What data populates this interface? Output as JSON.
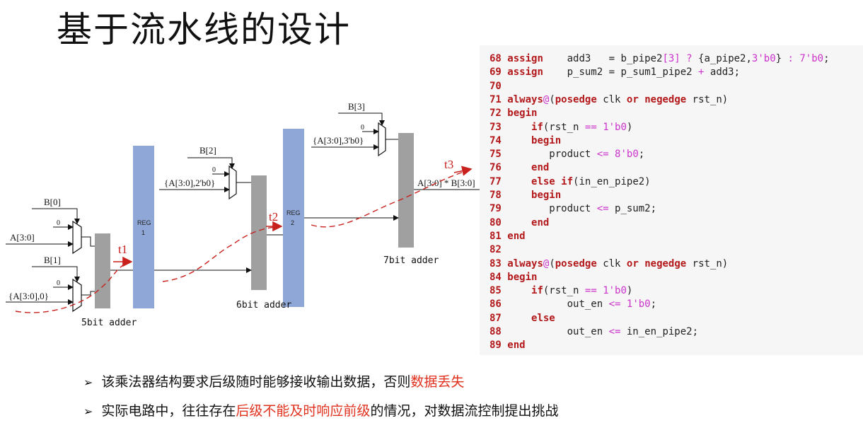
{
  "title": "基于流水线的设计",
  "diagram": {
    "input_labels": [
      "B[0]",
      "A[3:0]",
      "B[1]",
      "{A[3:0],0}",
      "B[2]",
      "{A[3:0],2'b0}",
      "B[3]",
      "{A[3:0],3'b0}"
    ],
    "zero_labels": [
      "0",
      "0",
      "0",
      "0"
    ],
    "register_labels": [
      {
        "line1": "REG",
        "line2": "1"
      },
      {
        "line1": "REG",
        "line2": "2"
      }
    ],
    "adder_labels": [
      "5bit adder",
      "6bit adder",
      "7bit adder"
    ],
    "timing_labels": [
      "t1",
      "t2",
      "t3"
    ],
    "output_label": "A[3:0] * B[3:0]"
  },
  "code": {
    "lines": [
      {
        "n": "68",
        "tokens": [
          [
            "kw",
            "assign"
          ],
          [
            "txt",
            "    add3   = b_pipe2"
          ],
          [
            "num",
            "[3]"
          ],
          [
            "op",
            " ? "
          ],
          [
            "txt",
            "{a_pipe2,"
          ],
          [
            "num",
            "3'b0"
          ],
          [
            "txt",
            "}"
          ],
          [
            "op",
            " : "
          ],
          [
            "num",
            "7'b0"
          ],
          [
            "txt",
            ";"
          ]
        ]
      },
      {
        "n": "69",
        "tokens": [
          [
            "kw",
            "assign"
          ],
          [
            "txt",
            "    p_sum2 = p_sum1_pipe2 "
          ],
          [
            "op",
            "+"
          ],
          [
            "txt",
            " add3;"
          ]
        ]
      },
      {
        "n": "70",
        "tokens": []
      },
      {
        "n": "71",
        "tokens": [
          [
            "kw",
            "always"
          ],
          [
            "op",
            "@"
          ],
          [
            "txt",
            "("
          ],
          [
            "kw",
            "posedge"
          ],
          [
            "txt",
            " clk "
          ],
          [
            "kw",
            "or"
          ],
          [
            "txt",
            " "
          ],
          [
            "kw",
            "negedge"
          ],
          [
            "txt",
            " rst_n)"
          ]
        ]
      },
      {
        "n": "72",
        "tokens": [
          [
            "kw",
            "begin"
          ]
        ]
      },
      {
        "n": "73",
        "tokens": [
          [
            "txt",
            "    "
          ],
          [
            "kw",
            "if"
          ],
          [
            "txt",
            "(rst_n "
          ],
          [
            "op",
            "=="
          ],
          [
            "txt",
            " "
          ],
          [
            "num",
            "1'b0"
          ],
          [
            "txt",
            ")"
          ]
        ]
      },
      {
        "n": "74",
        "tokens": [
          [
            "txt",
            "    "
          ],
          [
            "kw",
            "begin"
          ]
        ]
      },
      {
        "n": "75",
        "tokens": [
          [
            "txt",
            "       product "
          ],
          [
            "op",
            "<="
          ],
          [
            "txt",
            " "
          ],
          [
            "num",
            "8'b0"
          ],
          [
            "txt",
            ";"
          ]
        ]
      },
      {
        "n": "76",
        "tokens": [
          [
            "txt",
            "    "
          ],
          [
            "kw",
            "end"
          ]
        ]
      },
      {
        "n": "77",
        "tokens": [
          [
            "txt",
            "    "
          ],
          [
            "kw",
            "else if"
          ],
          [
            "txt",
            "(in_en_pipe2)"
          ]
        ]
      },
      {
        "n": "78",
        "tokens": [
          [
            "txt",
            "    "
          ],
          [
            "kw",
            "begin"
          ]
        ]
      },
      {
        "n": "79",
        "tokens": [
          [
            "txt",
            "       product "
          ],
          [
            "op",
            "<="
          ],
          [
            "txt",
            " p_sum2;"
          ]
        ]
      },
      {
        "n": "80",
        "tokens": [
          [
            "txt",
            "    "
          ],
          [
            "kw",
            "end"
          ]
        ]
      },
      {
        "n": "81",
        "tokens": [
          [
            "kw",
            "end"
          ]
        ]
      },
      {
        "n": "82",
        "tokens": []
      },
      {
        "n": "83",
        "tokens": [
          [
            "kw",
            "always"
          ],
          [
            "op",
            "@"
          ],
          [
            "txt",
            "("
          ],
          [
            "kw",
            "posedge"
          ],
          [
            "txt",
            " clk "
          ],
          [
            "kw",
            "or"
          ],
          [
            "txt",
            " "
          ],
          [
            "kw",
            "negedge"
          ],
          [
            "txt",
            " rst_n)"
          ]
        ]
      },
      {
        "n": "84",
        "tokens": [
          [
            "kw",
            "begin"
          ]
        ]
      },
      {
        "n": "85",
        "tokens": [
          [
            "txt",
            "    "
          ],
          [
            "kw",
            "if"
          ],
          [
            "txt",
            "(rst_n "
          ],
          [
            "op",
            "=="
          ],
          [
            "txt",
            " "
          ],
          [
            "num",
            "1'b0"
          ],
          [
            "txt",
            ")"
          ]
        ]
      },
      {
        "n": "86",
        "tokens": [
          [
            "txt",
            "          out_en "
          ],
          [
            "op",
            "<="
          ],
          [
            "txt",
            " "
          ],
          [
            "num",
            "1'b0"
          ],
          [
            "txt",
            ";"
          ]
        ]
      },
      {
        "n": "87",
        "tokens": [
          [
            "txt",
            "    "
          ],
          [
            "kw",
            "else"
          ]
        ]
      },
      {
        "n": "88",
        "tokens": [
          [
            "txt",
            "          out_en "
          ],
          [
            "op",
            "<="
          ],
          [
            "txt",
            " in_en_pipe2;"
          ]
        ]
      },
      {
        "n": "89",
        "tokens": [
          [
            "kw",
            "end"
          ]
        ]
      }
    ]
  },
  "bullets": [
    {
      "arrow": "➢",
      "before": "该乘法器结构要求后级随时能够接收输出数据，否则",
      "highlight": "数据丢失",
      "after": ""
    },
    {
      "arrow": "➢",
      "before": "实际电路中，往往存在",
      "highlight": "后级不能及时响应前级",
      "after": "的情况，对数据流控制提出挑战"
    }
  ],
  "colors": {
    "register": "#8fa7d6",
    "adder": "#a0a0a0",
    "keyword": "#b3191b",
    "literal": "#cc33cc",
    "highlight": "#e0321e",
    "timing": "#c8201c"
  }
}
